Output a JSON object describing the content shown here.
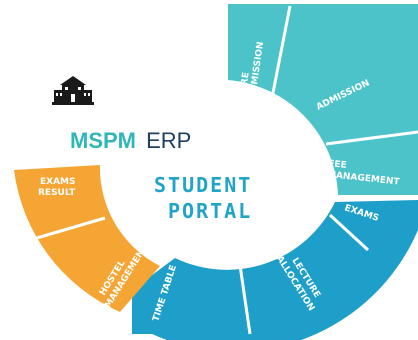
{
  "logo": {
    "brand": "MSPM",
    "suffix": "ERP",
    "icon": "school-building-icon",
    "brand_color": "#2fb6b8",
    "suffix_color": "#1f3f60"
  },
  "center": {
    "line1": "STUDENT",
    "line2": "PORTAL",
    "color": "#22a4c8"
  },
  "segments": [
    {
      "id": "pre-admission",
      "lines": [
        "PRE",
        "ADMISSION"
      ],
      "color": "#4cc3c9"
    },
    {
      "id": "admission",
      "lines": [
        "ADMISSION"
      ],
      "color": "#4cc3c9"
    },
    {
      "id": "fee-management",
      "lines": [
        "FEE",
        "MANAGEMENT"
      ],
      "color": "#4cc3c9"
    },
    {
      "id": "exams",
      "lines": [
        "EXAMS"
      ],
      "color": "#1e9fc9"
    },
    {
      "id": "lecture-allocation",
      "lines": [
        "LECTURE",
        "ALLOCATION"
      ],
      "color": "#1e9fc9"
    },
    {
      "id": "time-table",
      "lines": [
        "TIME TABLE"
      ],
      "color": "#1e9fc9"
    },
    {
      "id": "hostel-management",
      "lines": [
        "HOSTEL",
        "MANAGEMENT"
      ],
      "color": "#f5a533"
    },
    {
      "id": "exams-result",
      "lines": [
        "EXAMS",
        "RESULT"
      ],
      "color": "#f5a533"
    }
  ]
}
